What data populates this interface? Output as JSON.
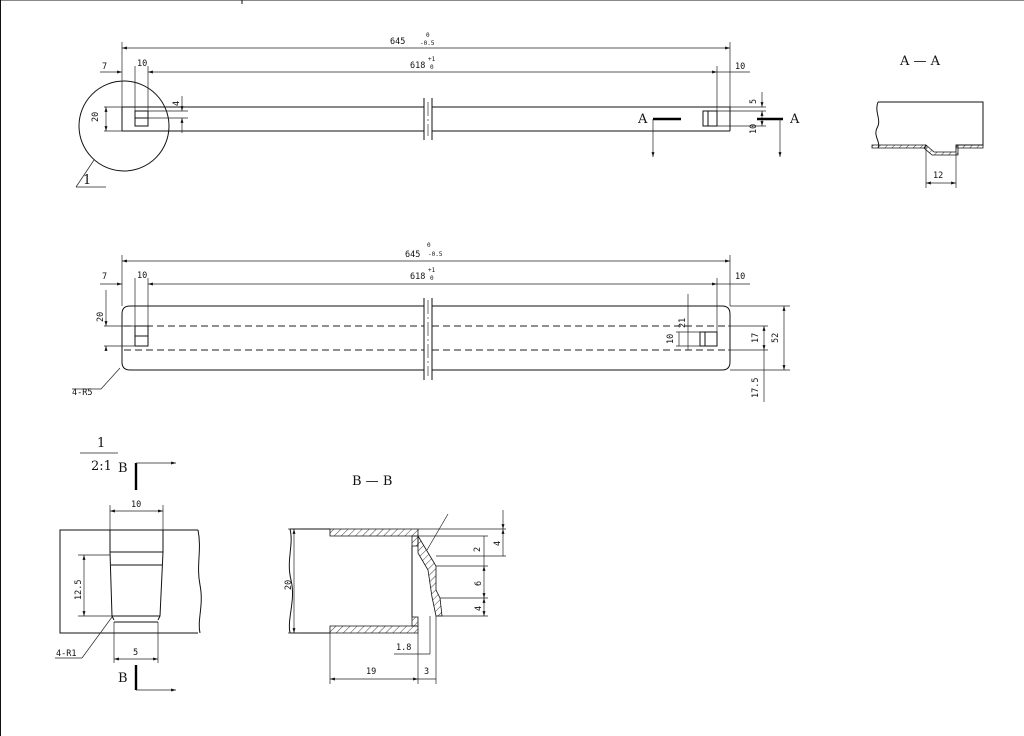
{
  "dims": {
    "overall": "645",
    "overall_tol_up": "0",
    "overall_tol_dn": "-0.5",
    "slot_pitch": "618",
    "slot_pitch_tol_up": "+1",
    "slot_pitch_tol_dn": "0",
    "edge_7": "7",
    "slot_w_10": "10",
    "end_10": "10",
    "height_20": "20",
    "slot_4": "4",
    "right_5": "5",
    "right_10": "10",
    "d17": "17",
    "d52": "52",
    "d21": "21",
    "d10v": "10",
    "d17_5": "17.5",
    "radius_r5": "4-R5",
    "d12": "12",
    "detail_10": "10",
    "detail_12_5": "12.5",
    "detail_5": "5",
    "radius_r1": "4-R1",
    "bb_20": "20",
    "bb_2": "2",
    "bb_4": "4",
    "bb_6": "6",
    "bb_4b": "4",
    "bb_1_8": "1.8",
    "bb_19": "19",
    "bb_3": "3"
  },
  "labels": {
    "section_a": "A",
    "section_aa": "A — A",
    "section_b": "B",
    "section_bb": "B — B",
    "detail_number": "1",
    "detail_scale": "2:1"
  }
}
